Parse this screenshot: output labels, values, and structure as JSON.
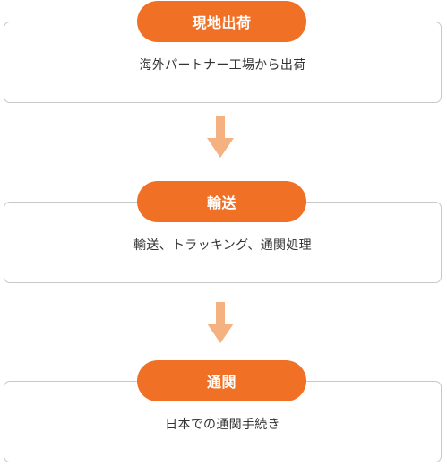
{
  "steps": [
    {
      "title": "現地出荷",
      "description": "海外パートナー工場から出荷"
    },
    {
      "title": "輸送",
      "description": "輸送、トラッキング、通関処理"
    },
    {
      "title": "通関",
      "description": "日本での通関手続き"
    }
  ],
  "colors": {
    "accent": "#f07025",
    "arrow": "#f5b17f",
    "border": "#c8c8c8",
    "text": "#333333"
  },
  "icons": [
    "arrow-down-icon"
  ]
}
